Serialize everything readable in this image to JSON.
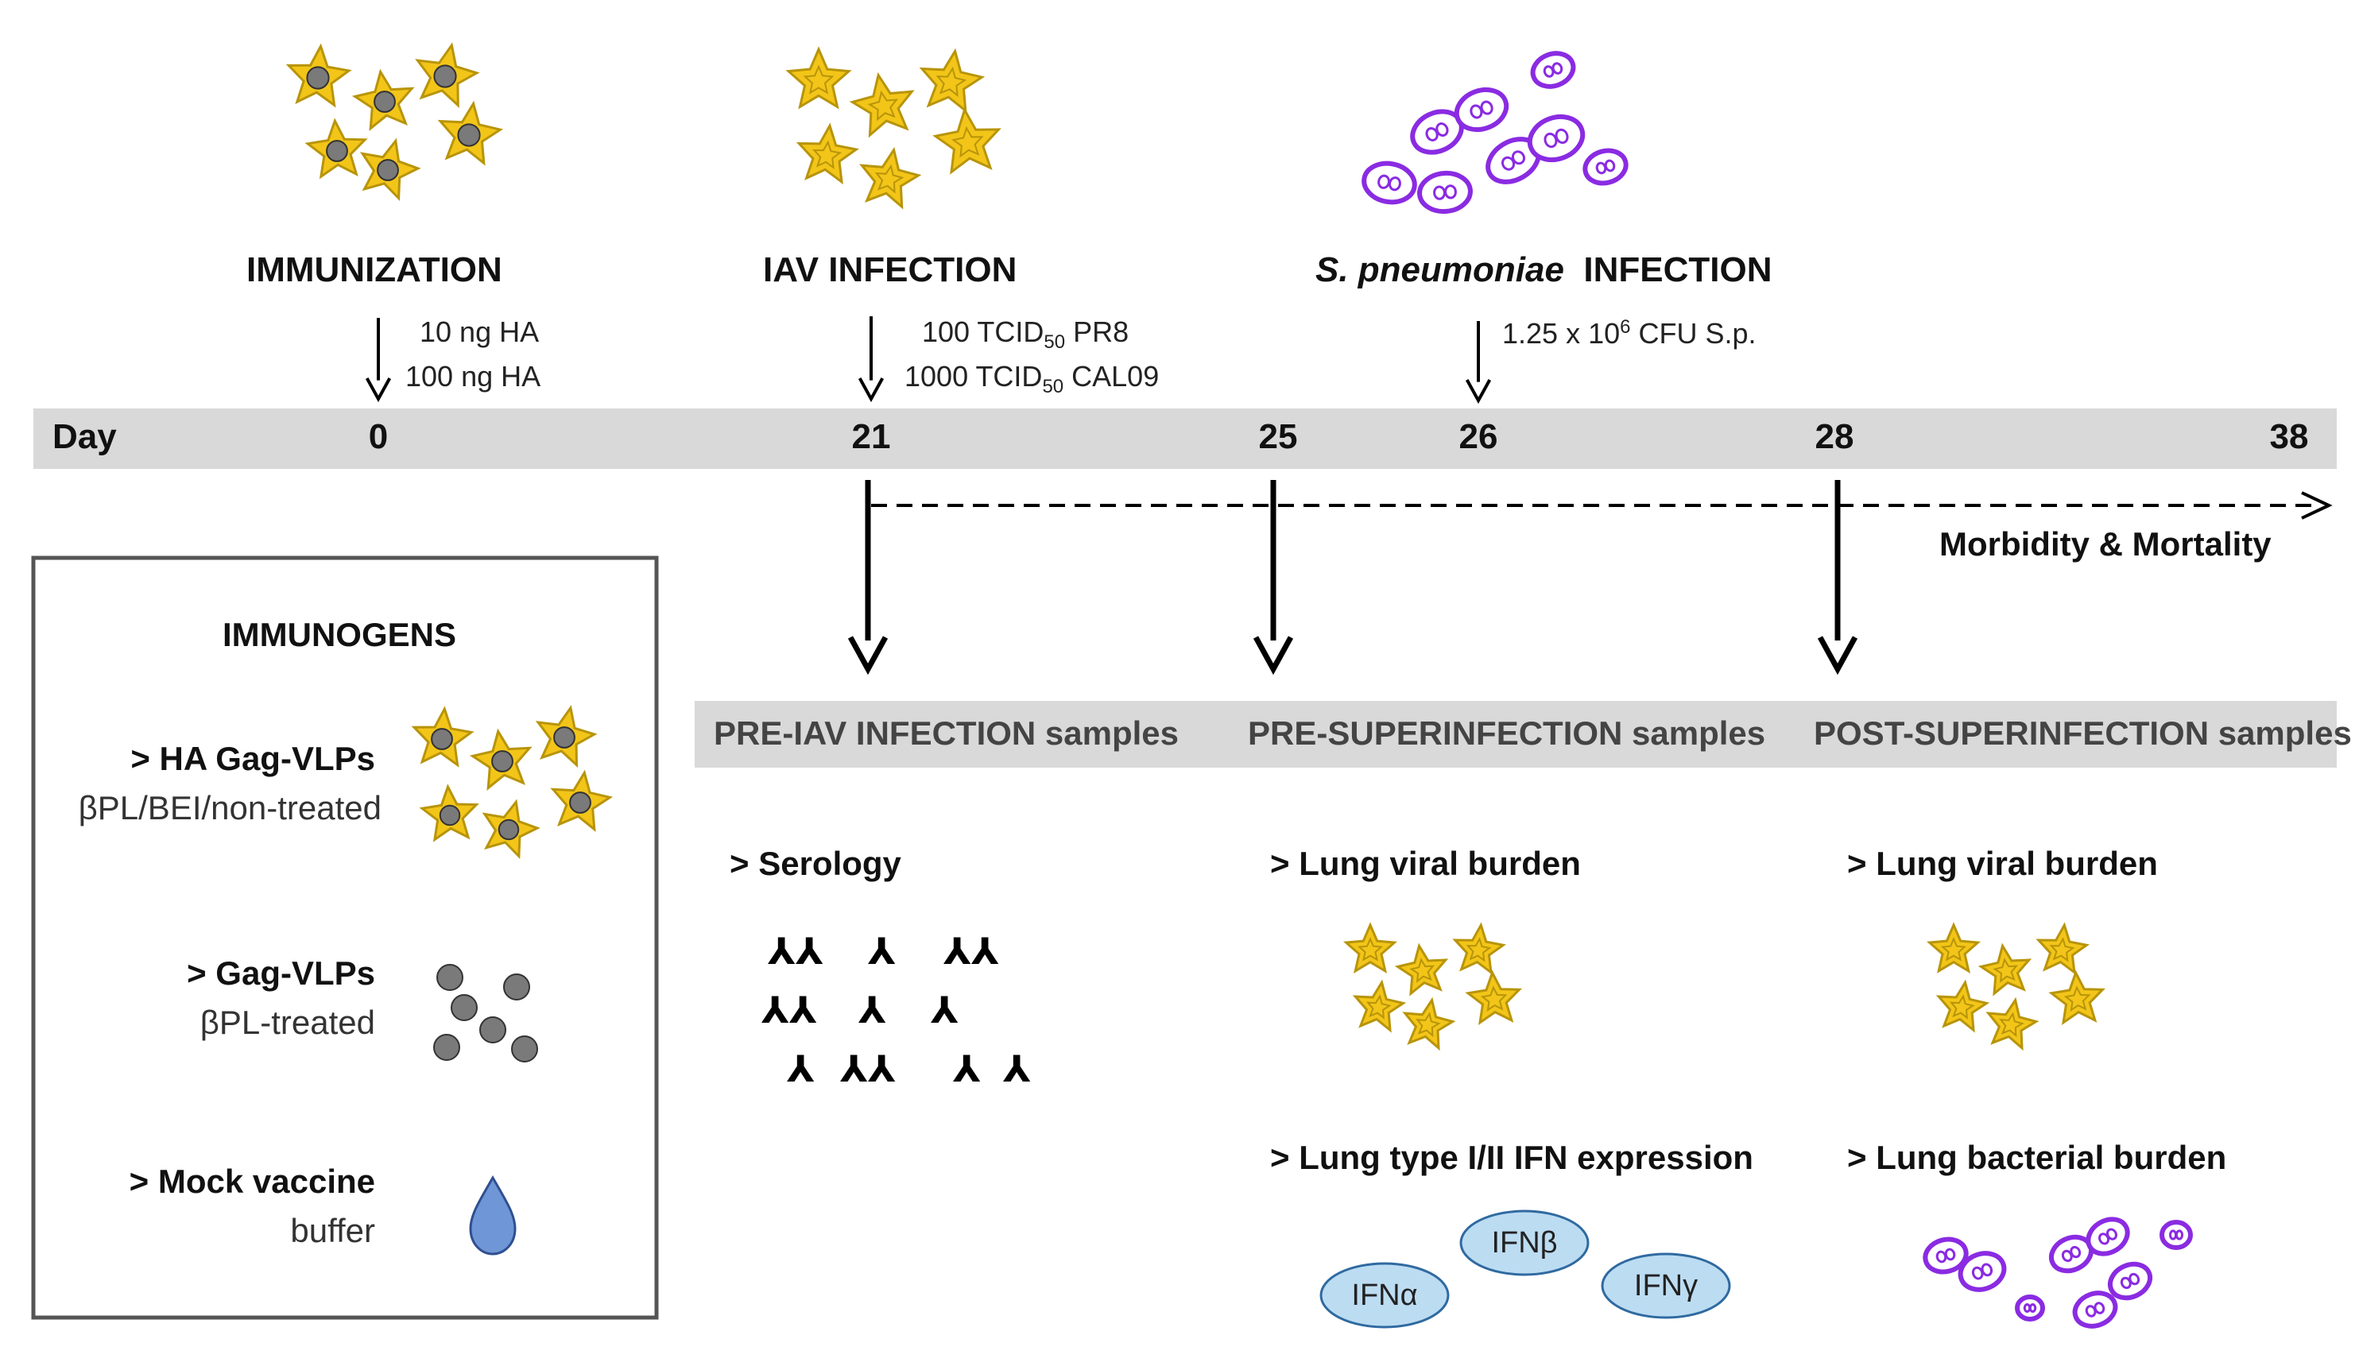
{
  "stages": {
    "immunization": "IMMUNIZATION",
    "iav_infection": "IAV INFECTION",
    "sp_infection_italic": "S. pneumoniae",
    "sp_infection_rest": "INFECTION"
  },
  "doses": {
    "immunization_1": "10 ng HA",
    "immunization_2": "100 ng HA",
    "iav_1_pre": "100 TCID",
    "iav_1_sub": "50",
    "iav_1_post": " PR8",
    "iav_2_pre": "1000 TCID",
    "iav_2_sub": "50",
    "iav_2_post": " CAL09",
    "sp_pre": "1.25 x 10",
    "sp_sup": "6",
    "sp_post": " CFU S.p."
  },
  "timeline": {
    "label": "Day",
    "days": [
      "0",
      "21",
      "25",
      "26",
      "28",
      "38"
    ],
    "morbidity": "Morbidity & Mortality"
  },
  "samples": {
    "pre_iav": "PRE-IAV INFECTION samples",
    "pre_super": "PRE-SUPERINFECTION samples",
    "post_super": "POST-SUPERINFECTION samples"
  },
  "assays": {
    "serology": "> Serology",
    "lung_viral_1": "> Lung viral burden",
    "lung_viral_2": "> Lung viral burden",
    "ifn_expression": "> Lung type I/II IFN expression",
    "bacterial": "> Lung bacterial burden"
  },
  "ifns": [
    "IFNα",
    "IFNβ",
    "IFNγ"
  ],
  "antibody_glyph": "⅄",
  "immunogens": {
    "title": "IMMUNOGENS",
    "items": [
      {
        "name": "> HA Gag-VLPs",
        "desc": "βPL/BEI/non-treated"
      },
      {
        "name": "> Gag-VLPs",
        "desc": "βPL-treated"
      },
      {
        "name": "> Mock vaccine",
        "desc": "buffer"
      }
    ]
  },
  "colors": {
    "virus_fill": "#f2c518",
    "virus_stroke": "#b8940a",
    "vlp_core": "#7a7a7a",
    "bacteria": "#8a2be2",
    "ifn_fill": "#bcdcf2",
    "ifn_stroke": "#2f6aa0",
    "band": "#d9d9d9",
    "drop": "#6f96d6"
  }
}
